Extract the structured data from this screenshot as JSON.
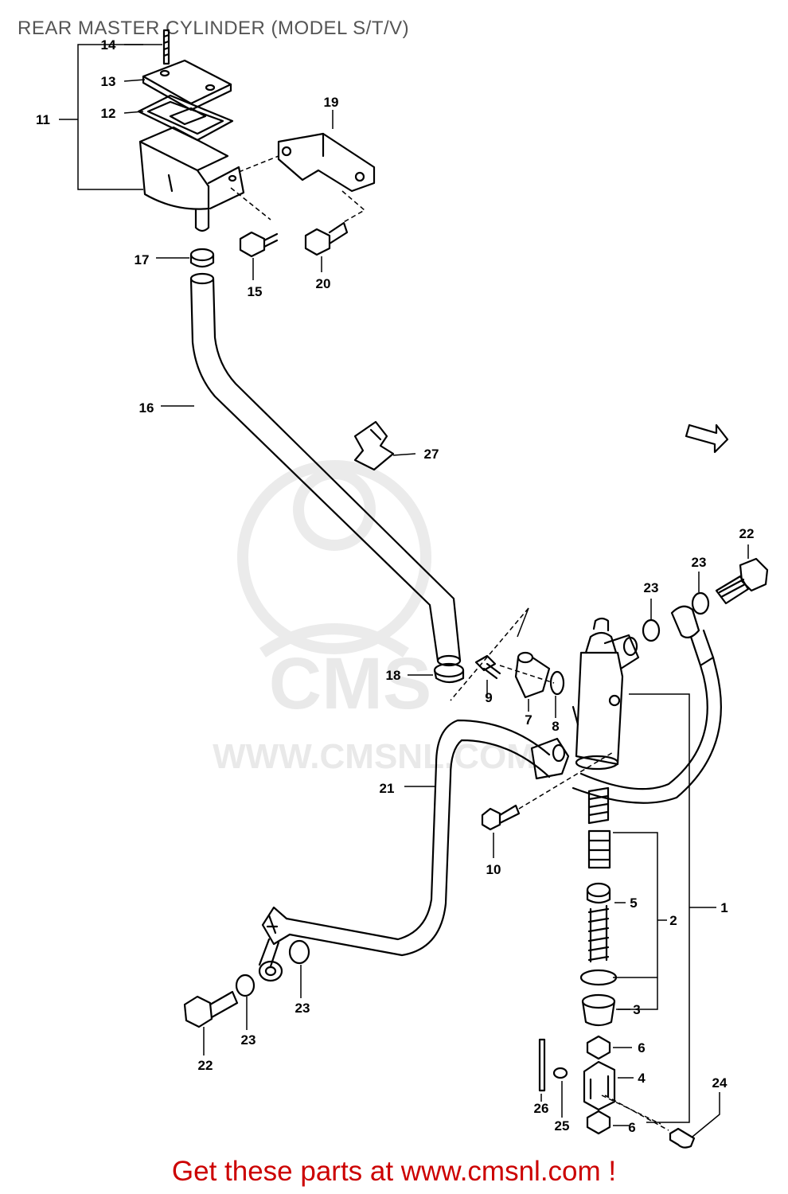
{
  "title": "REAR MASTER CYLINDER (MODEL S/T/V)",
  "footer": "Get these parts at www.cmsnl.com !",
  "watermark": {
    "brand": "CMS",
    "url": "WWW.CMSNL.COM"
  },
  "labels": {
    "p1": "1",
    "p2": "2",
    "p3": "3",
    "p4": "4",
    "p5": "5",
    "p6a": "6",
    "p6b": "6",
    "p7": "7",
    "p8": "8",
    "p9": "9",
    "p10": "10",
    "p11": "11",
    "p12": "12",
    "p13": "13",
    "p14": "14",
    "p15": "15",
    "p16": "16",
    "p17": "17",
    "p18": "18",
    "p19": "19",
    "p20": "20",
    "p21": "21",
    "p22a": "22",
    "p22b": "22",
    "p23a": "23",
    "p23b": "23",
    "p23c": "23",
    "p23d": "23",
    "p24": "24",
    "p25": "25",
    "p26": "26",
    "p27": "27"
  },
  "colors": {
    "line": "#000000",
    "title": "#555555",
    "footer": "#cc0000",
    "watermark": "#e9e9e9"
  }
}
